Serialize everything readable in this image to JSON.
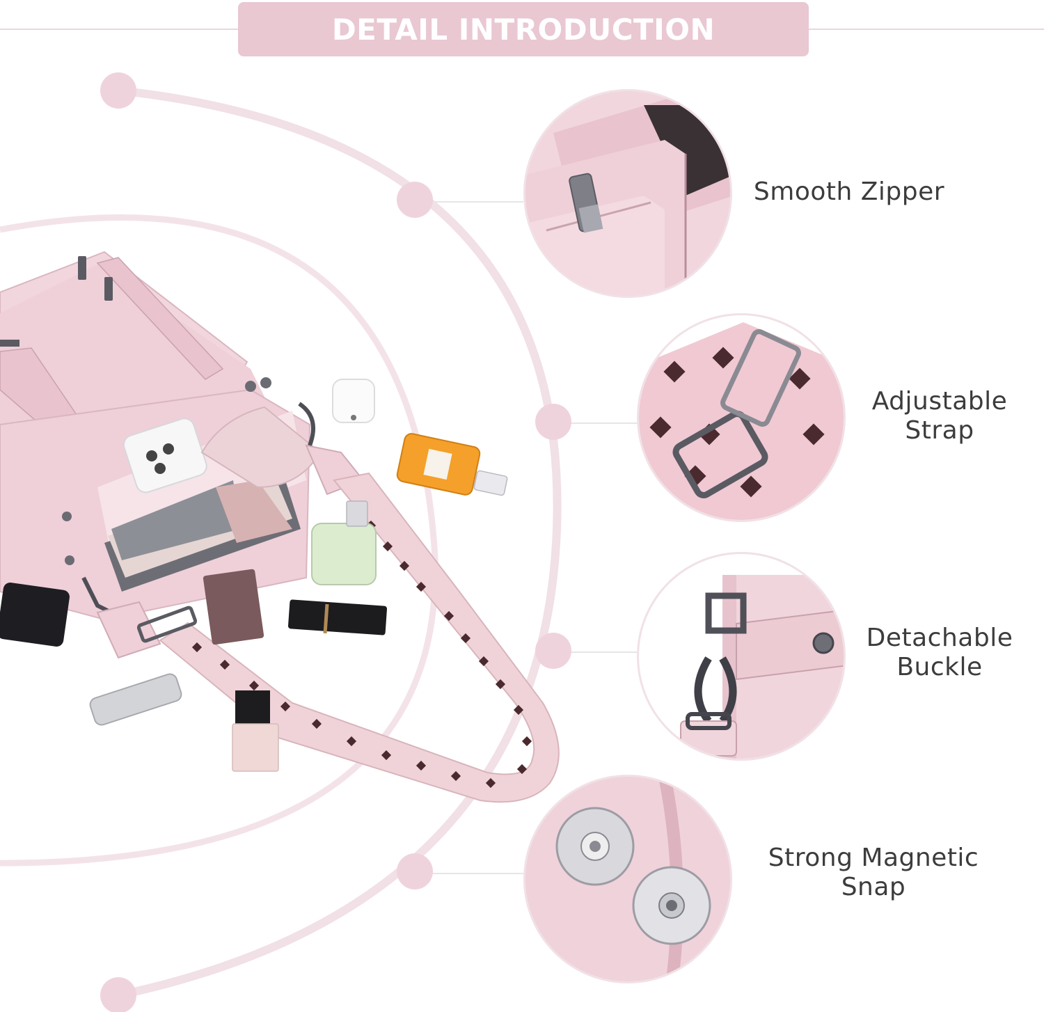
{
  "header": {
    "title": "DETAIL INTRODUCTION"
  },
  "colors": {
    "accent_pink": "#e9c8d2",
    "arc_pink": "#f0dde3",
    "dot_pink": "#efd3dc",
    "label_text": "#3c3c3c",
    "bag_pink": "#efd1da",
    "strap_brown": "#4a2a2e"
  },
  "features": [
    {
      "id": "zipper",
      "lines": [
        "Smooth Zipper"
      ],
      "icon": "zipper-closeup"
    },
    {
      "id": "strap",
      "lines": [
        "Adjustable",
        "Strap"
      ],
      "icon": "strap-slider-closeup"
    },
    {
      "id": "buckle",
      "lines": [
        "Detachable",
        "Buckle"
      ],
      "icon": "buckle-hook-closeup"
    },
    {
      "id": "snap",
      "lines": [
        "Strong Magnetic",
        "Snap"
      ],
      "icon": "magnetic-snap-closeup"
    }
  ]
}
